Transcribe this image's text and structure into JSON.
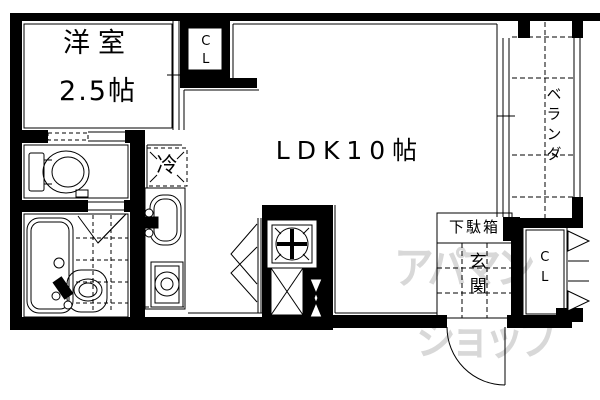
{
  "floorplan": {
    "western_room": {
      "name": "洋室",
      "size": "2.5帖"
    },
    "ldk": {
      "name": "LDK10帖"
    },
    "veranda": {
      "name": "ベランダ"
    },
    "closet_upper": {
      "name": "CL"
    },
    "closet_entrance": {
      "name": "CL"
    },
    "refrigerator": {
      "name": "冷"
    },
    "shoe_cabinet": {
      "name": "下駄箱"
    },
    "entrance": {
      "name": "玄関"
    },
    "watermark": {
      "line1": "アパマン",
      "line2": "ショップ",
      "color": "#d8d8d8"
    },
    "line_color": "#000000",
    "background_color": "#ffffff"
  }
}
